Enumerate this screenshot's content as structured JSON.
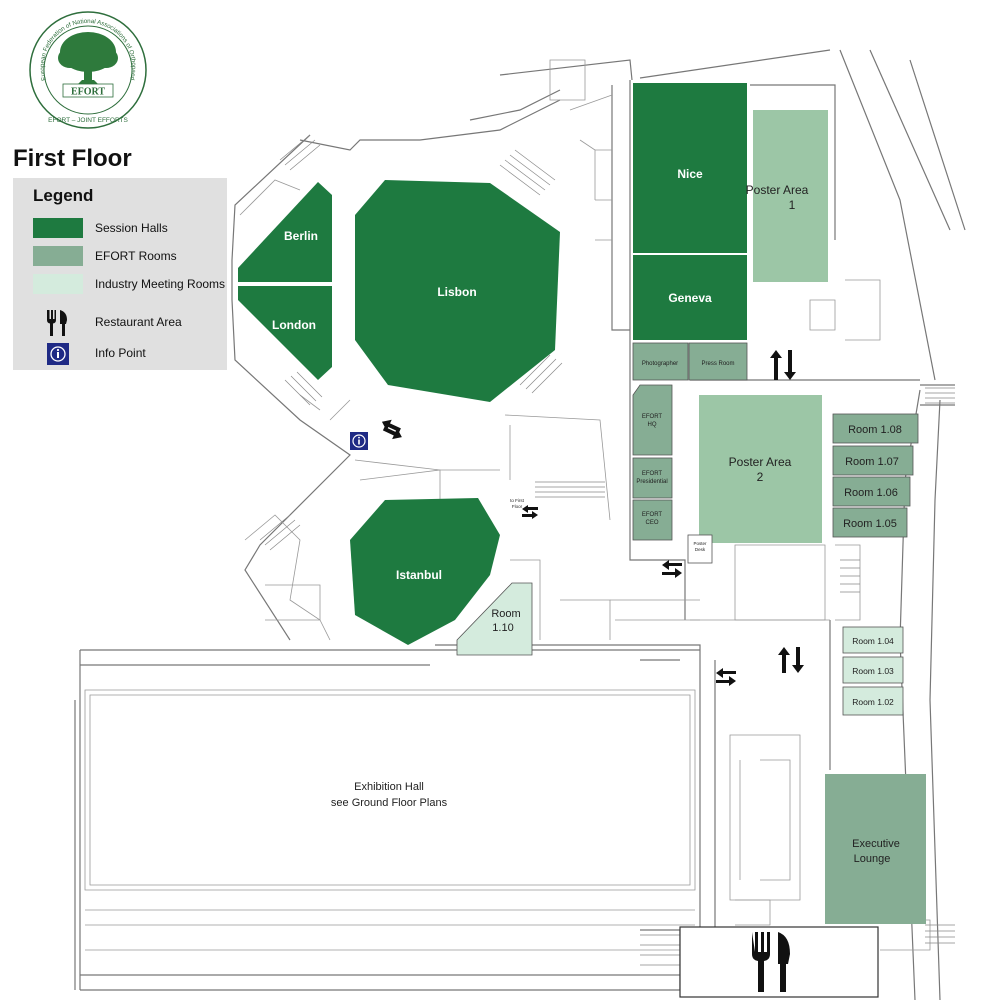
{
  "logo": {
    "arc_text": "European Federation of National Associations of Orthopaedics and Traumatology",
    "name": "EFORT",
    "motto": "EFORT – JOINT EFFORTS"
  },
  "floor_title": "First Floor",
  "legend": {
    "title": "Legend",
    "items": [
      {
        "label": "Session Halls",
        "color": "#1e7a40"
      },
      {
        "label": "EFORT Rooms",
        "color": "#86ad94"
      },
      {
        "label": "Industry Meeting Rooms",
        "color": "#d4ebdd"
      },
      {
        "label": "Restaurant Area",
        "icon": "fork-knife-icon"
      },
      {
        "label": "Info Point",
        "icon": "info-icon"
      }
    ]
  },
  "colors": {
    "session": "#1e7a40",
    "efort": "#86ad94",
    "industry": "#d4ebdd",
    "poster": "#9cc6a6",
    "info": "#1f2a85"
  },
  "rooms": {
    "nice": "Nice",
    "geneva": "Geneva",
    "berlin": "Berlin",
    "london": "London",
    "lisbon": "Lisbon",
    "istanbul": "Istanbul",
    "poster1_l1": "Poster Area",
    "poster1_l2": "1",
    "poster2_l1": "Poster Area",
    "poster2_l2": "2",
    "photographer": "Photographer",
    "press": "Press Room",
    "efort_hq_l1": "EFORT",
    "efort_hq_l2": "HQ",
    "efort_pres_l1": "EFORT",
    "efort_pres_l2": "Presidential",
    "efort_ceo_l1": "EFORT",
    "efort_ceo_l2": "CEO",
    "poster_desk_l1": "Poster",
    "poster_desk_l2": "Desk",
    "room_108": "Room 1.08",
    "room_107": "Room 1.07",
    "room_106": "Room 1.06",
    "room_105": "Room 1.05",
    "room_104": "Room 1.04",
    "room_103": "Room 1.03",
    "room_102": "Room 1.02",
    "room_110_l1": "Room",
    "room_110_l2": "1.10",
    "exhibition_l1": "Exhibition Hall",
    "exhibition_l2": "see Ground Floor Plans",
    "executive_l1": "Executive",
    "executive_l2": "Lounge",
    "to_first_floor_l1": "to First",
    "to_first_floor_l2": "Floor"
  }
}
